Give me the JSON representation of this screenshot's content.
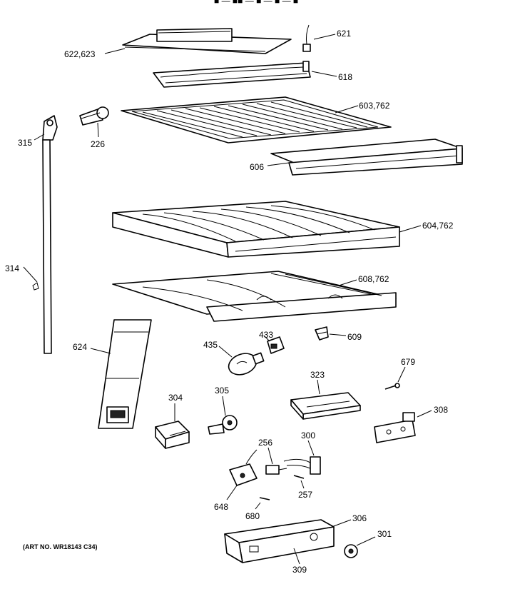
{
  "header": {
    "marks": "■ — ■■ — ■ — ■ — ■"
  },
  "art_number": "(ART NO. WR18143 C34)",
  "parts": [
    {
      "id": "p621",
      "label": "621"
    },
    {
      "id": "p622",
      "label": "622,623"
    },
    {
      "id": "p618",
      "label": "618"
    },
    {
      "id": "p603",
      "label": "603,762"
    },
    {
      "id": "p315",
      "label": "315"
    },
    {
      "id": "p226",
      "label": "226"
    },
    {
      "id": "p606",
      "label": "606"
    },
    {
      "id": "p604",
      "label": "604,762"
    },
    {
      "id": "p314",
      "label": "314"
    },
    {
      "id": "p608",
      "label": "608,762"
    },
    {
      "id": "p433",
      "label": "433"
    },
    {
      "id": "p609",
      "label": "609"
    },
    {
      "id": "p435",
      "label": "435"
    },
    {
      "id": "p624",
      "label": "624"
    },
    {
      "id": "p679",
      "label": "679"
    },
    {
      "id": "p323",
      "label": "323"
    },
    {
      "id": "p304",
      "label": "304"
    },
    {
      "id": "p305",
      "label": "305"
    },
    {
      "id": "p308",
      "label": "308"
    },
    {
      "id": "p256",
      "label": "256"
    },
    {
      "id": "p300",
      "label": "300"
    },
    {
      "id": "p257",
      "label": "257"
    },
    {
      "id": "p648",
      "label": "648"
    },
    {
      "id": "p680",
      "label": "680"
    },
    {
      "id": "p306",
      "label": "306"
    },
    {
      "id": "p301",
      "label": "301"
    },
    {
      "id": "p309",
      "label": "309"
    }
  ]
}
